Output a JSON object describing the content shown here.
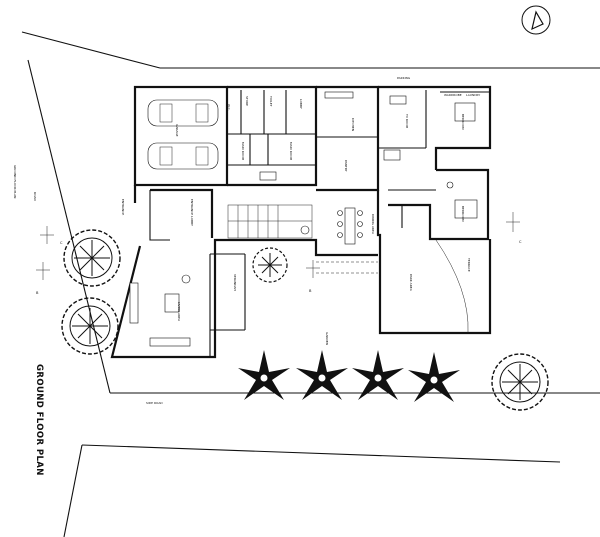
{
  "title": "GROUND FLOOR PLAN",
  "roads": {
    "side_road": "SIDE ROAD",
    "road": "ROAD",
    "ground_floor_plan_small": "GROUND FLOOR PLAN",
    "top": "PARKING"
  },
  "rooms": {
    "garage": "GARAGE",
    "lobby": "LOBBY",
    "kitchen": "KITCHEN",
    "pantry": "PANTRY",
    "tv_room": "TV ROOM",
    "bedroom1": "BEDROOM",
    "bedroom2": "BEDROOM",
    "maid1": "MAID ROOM",
    "maid2": "MAID ROOM",
    "dining": "DINING AREA",
    "entrance_lobby": "ENTRANCE LOBBY",
    "entrance": "ENTRANCE",
    "living": "LIVING AREA",
    "verandah": "VERANDAH",
    "park_area": "PARK AREA",
    "terrace": "TERRACE",
    "garden": "GARDEN",
    "store": "STORE",
    "toilet": "TOILET",
    "wc": "W.C.",
    "laundry": "LAUNDRY",
    "wardrobe": "WARDROBE"
  },
  "section_marks": {
    "b_left": "B",
    "b_mid": "B",
    "c_left": "C",
    "c_right": "C"
  },
  "icons": [
    "north-arrow-icon",
    "tree-icon",
    "palm-tree-icon",
    "car-icon"
  ]
}
